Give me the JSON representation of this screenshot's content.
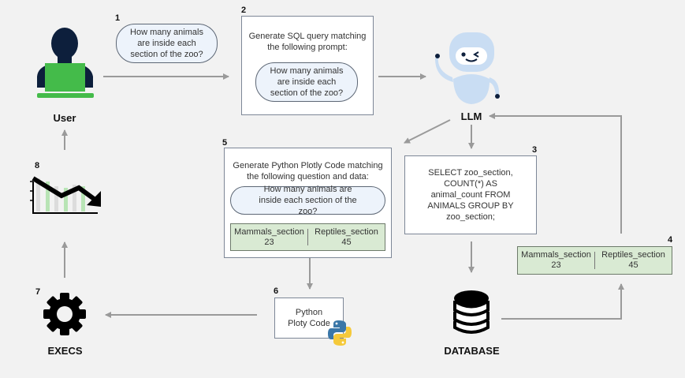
{
  "steps": [
    "1",
    "2",
    "3",
    "4",
    "5",
    "6",
    "7",
    "8"
  ],
  "nodes": {
    "user": {
      "label": "User",
      "icon": "user-at-laptop-icon"
    },
    "llm": {
      "label": "LLM",
      "icon": "robot-icon"
    },
    "database": {
      "label": "DATABASE",
      "icon": "database-icon"
    },
    "execs": {
      "label": "EXECS",
      "icon": "gear-icon"
    },
    "chart": {
      "icon": "trend-down-chart-icon"
    }
  },
  "question": {
    "text": "How many animals are inside each section of the zoo?"
  },
  "sql_prompt_box": {
    "instruction": "Generate SQL query matching the following prompt:",
    "question": "How many animals are inside each section of the zoo?"
  },
  "sql_query": "SELECT zoo_section, COUNT(*) AS animal_count FROM ANIMALS GROUP BY zoo_section;",
  "query_result": {
    "columns": [
      {
        "name": "Mammals_section",
        "value": "23"
      },
      {
        "name": "Reptiles_section",
        "value": "45"
      }
    ]
  },
  "plotly_prompt_box": {
    "instruction": "Generate Python Plotly Code matching the following question and data:",
    "question": "How many animals are inside each section of the zoo?"
  },
  "python_code_box": {
    "label": "Python Ploty Code",
    "icon": "python-logo-icon"
  },
  "colors": {
    "background": "#f2f2f2",
    "arrow": "#9a9a9a",
    "table_fill": "#d9ead3",
    "pill_fill": "#edf3fb",
    "user_dark": "#0d1f3c",
    "laptop_green": "#44bb4a",
    "robot_blue": "#c9ddf3"
  }
}
